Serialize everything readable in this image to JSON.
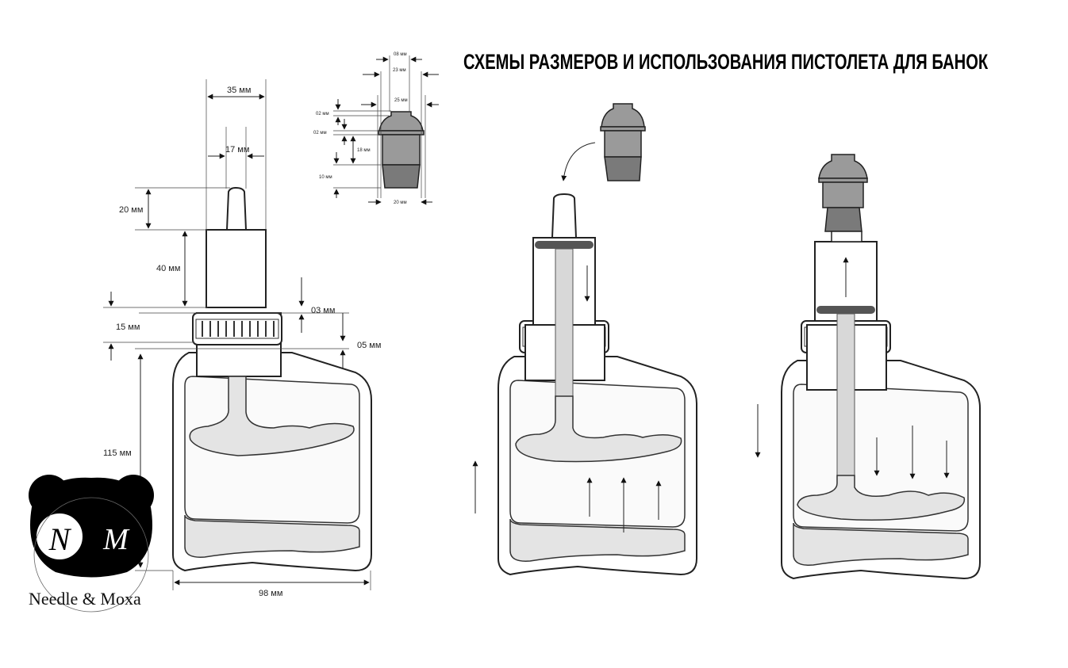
{
  "title": "СХЕМЫ РАЗМЕРОВ И ИСПОЛЬЗОВАНИЯ ПИСТОЛЕТА ДЛЯ БАНОК",
  "jar_dimensions": {
    "nozzle_width": "35 мм",
    "tip_width": "17 мм",
    "tip_height": "20 мм",
    "nozzle_height": "40 мм",
    "gap": "03 мм",
    "collar_height": "15 мм",
    "shoulder": "05 мм",
    "body_height": "115 мм",
    "body_width": "98 мм"
  },
  "cap_dimensions": {
    "top_width": "08 мм",
    "upper_width": "23 мм",
    "rim_width": "25 мм",
    "top_height": "02 мм",
    "rim_height": "02 мм",
    "body_height": "18 мм",
    "skirt_height": "10 мм",
    "bottom_width": "20 мм"
  },
  "logo": {
    "initial_1": "N",
    "initial_2": "M",
    "brand": "Needle & Moxa"
  }
}
